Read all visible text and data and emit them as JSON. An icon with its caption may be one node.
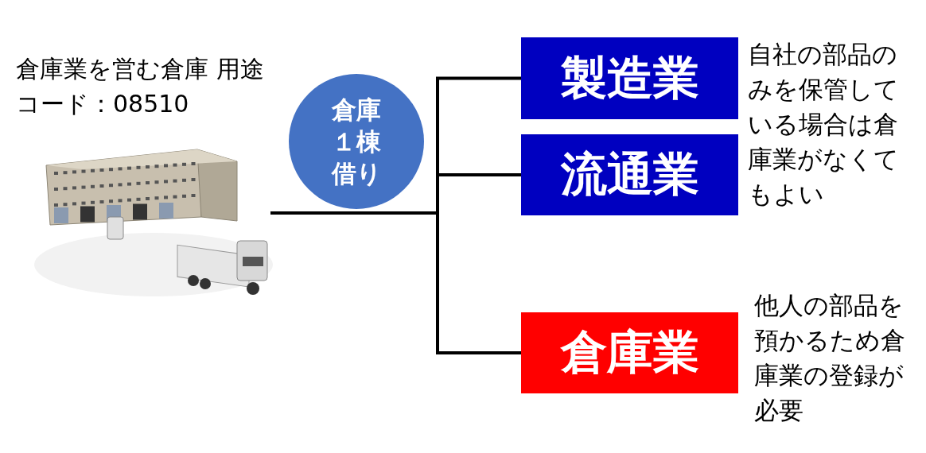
{
  "diagram": {
    "nodes": [
      {
        "text": [
          "倉庫業を営む倉庫 用途コード：08510"
        ]
      },
      {
        "text": [
          "倉庫１棟借り"
        ]
      },
      {
        "text": [
          "製造業"
        ]
      },
      {
        "text": [
          "流通業"
        ]
      },
      {
        "text": [
          "倉庫業"
        ],
        "beside": [
          "他人の部品を預かるため倉庫業の登録が必要"
        ]
      }
    ],
    "edges": [
      {
        "from": 0,
        "to": 2,
        "arrow": "none"
      },
      {
        "from": 0,
        "to": 3,
        "arrow": "none"
      },
      {
        "from": 0,
        "to": 4,
        "arrow": "none"
      }
    ],
    "labels": [
      "自社の部品のみを保管している場合は倉庫業がなくてもよい"
    ]
  }
}
